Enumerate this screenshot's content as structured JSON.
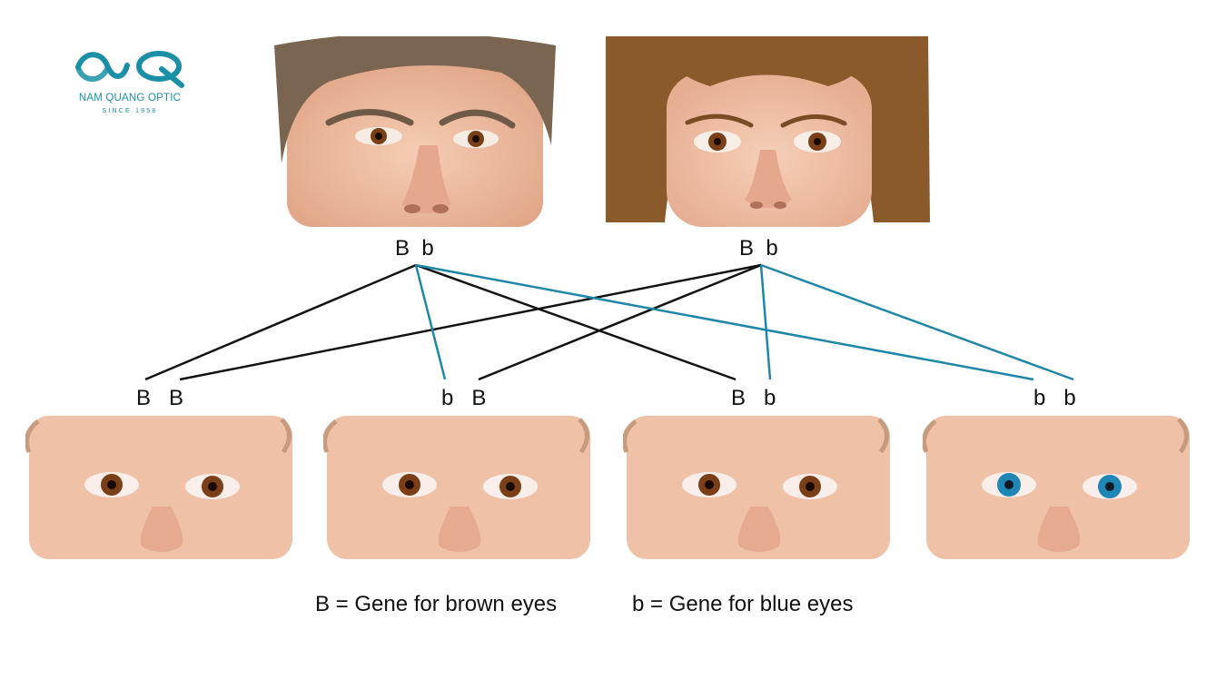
{
  "logo": {
    "name": "NAM QUANG OPTIC",
    "tagline": "SINCE 1958",
    "color": "#1a8fa6"
  },
  "parents": [
    {
      "role": "father",
      "genotype": [
        "B",
        "b"
      ],
      "eye_color": "brown",
      "hair_color": "#7a6650"
    },
    {
      "role": "mother",
      "genotype": [
        "B",
        "b"
      ],
      "eye_color": "brown",
      "hair_color": "#8a5a2a"
    }
  ],
  "children": [
    {
      "genotype": [
        "B",
        "B"
      ],
      "eye_color": "brown"
    },
    {
      "genotype": [
        "b",
        "B"
      ],
      "eye_color": "brown"
    },
    {
      "genotype": [
        "B",
        "b"
      ],
      "eye_color": "brown"
    },
    {
      "genotype": [
        "b",
        "b"
      ],
      "eye_color": "blue"
    }
  ],
  "inheritance_links": [
    {
      "parent": 0,
      "allele": 0,
      "child": 0,
      "allele_slot": 0
    },
    {
      "parent": 1,
      "allele": 0,
      "child": 0,
      "allele_slot": 1
    },
    {
      "parent": 0,
      "allele": 1,
      "child": 1,
      "allele_slot": 0
    },
    {
      "parent": 1,
      "allele": 0,
      "child": 1,
      "allele_slot": 1
    },
    {
      "parent": 0,
      "allele": 0,
      "child": 2,
      "allele_slot": 0
    },
    {
      "parent": 1,
      "allele": 1,
      "child": 2,
      "allele_slot": 1
    },
    {
      "parent": 0,
      "allele": 1,
      "child": 3,
      "allele_slot": 0
    },
    {
      "parent": 1,
      "allele": 1,
      "child": 3,
      "allele_slot": 1
    }
  ],
  "colors": {
    "dominant_line": "#111111",
    "recessive_line": "#1e87a8",
    "brown_eye": "#7a3f17",
    "blue_eye": "#1f86b6",
    "skin": "#efc1a6"
  },
  "legend": {
    "brown": "B = Gene for brown eyes",
    "blue": "b = Gene for blue eyes"
  }
}
